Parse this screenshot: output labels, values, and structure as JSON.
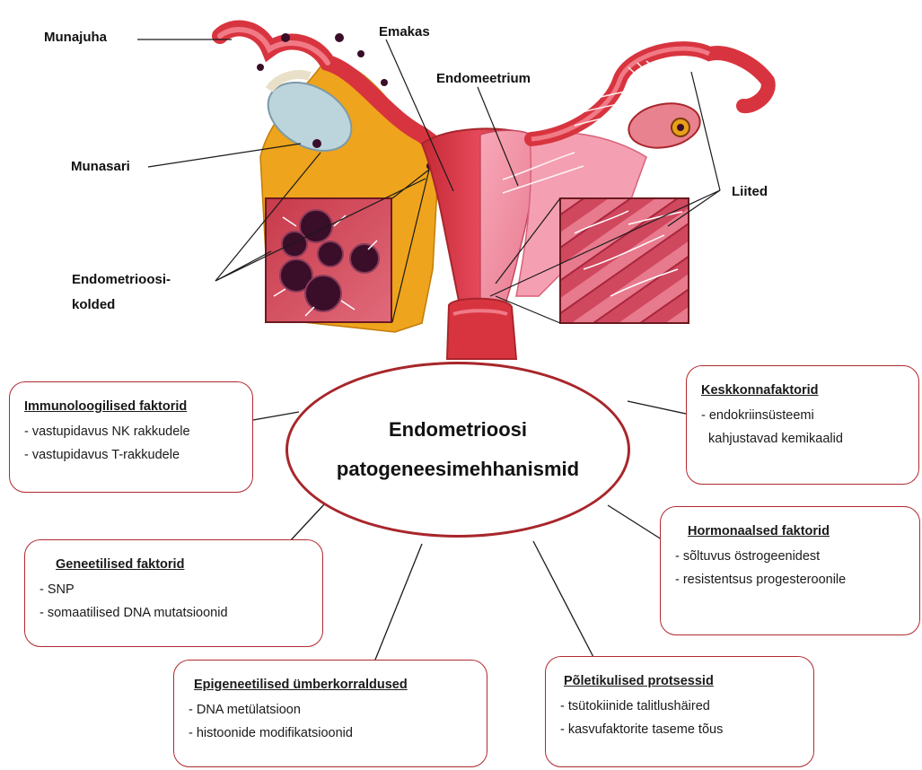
{
  "anatomy_labels": {
    "munajuha": "Munajuha",
    "emakas": "Emakas",
    "endomeetrium": "Endomeetrium",
    "munasari": "Munasari",
    "liited": "Liited",
    "kolded_line1": "Endometrioosi-",
    "kolded_line2": "kolded"
  },
  "center": {
    "line1": "Endometrioosi",
    "line2": "patogeneesimehhanismid"
  },
  "boxes": {
    "immuno": {
      "title": "Immunoloogilised faktorid",
      "items": [
        "- vastupidavus NK rakkudele",
        "- vastupidavus T-rakkudele"
      ]
    },
    "keskkond": {
      "title": "Keskkonnafaktorid",
      "items": [
        "- endokriinsüsteemi",
        "kahjustavad kemikaalid"
      ]
    },
    "geneetilised": {
      "title": "Geneetilised faktorid",
      "items": [
        "- SNP",
        "- somaatilised DNA mutatsioonid"
      ]
    },
    "hormonaalsed": {
      "title": "Hormonaalsed faktorid",
      "items": [
        "- sõltuvus östrogeenidest",
        "- resistentsus progesteroonile"
      ]
    },
    "epigeneetilised": {
      "title": "Epigeneetilised ümberkorraldused",
      "items": [
        "- DNA metülatsioon",
        "- histoonide modifikatsioonid"
      ]
    },
    "poletikulised": {
      "title": "Põletikulised protsessid",
      "items": [
        "- tsütokiinide talitlushäired",
        "- kasvufaktorite taseme tõus"
      ]
    }
  },
  "colors": {
    "border": "#b02a2f",
    "uterus": "#d8343f",
    "uterus_light": "#f08a9a",
    "peritoneum": "#eea41c",
    "ovary": "#bcd4dc",
    "lesion": "#3a0d28"
  }
}
